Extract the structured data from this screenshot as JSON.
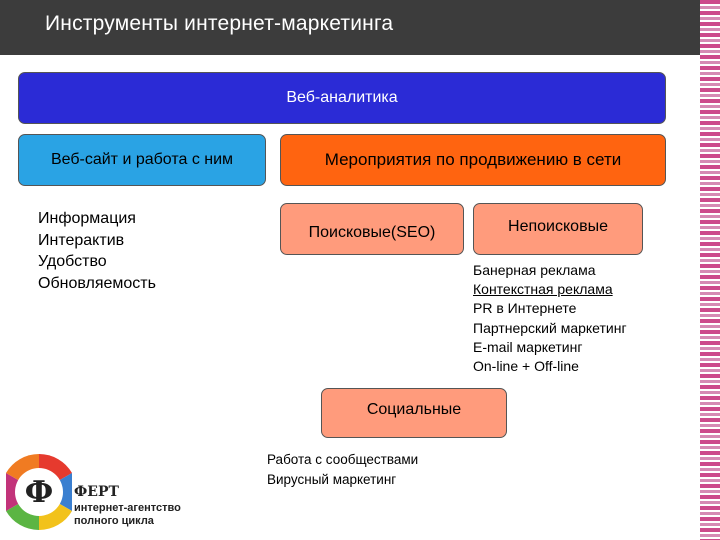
{
  "header": {
    "title": "Инструменты интернет-маркетинга"
  },
  "diagram": {
    "analytics_label": "Веб-аналитика",
    "website_label": "Веб-сайт и работа с ним",
    "events_label": "Мероприятия по продвижению в сети",
    "seo_label": "Поисковые(SEO)",
    "nonsearch_label": "Непоисковые",
    "social_label": "Социальные",
    "website_items": [
      "Информация",
      "Интерактив",
      "Удобство",
      "Обновляемость"
    ],
    "nonsearch_items": [
      "Банерная реклама",
      "Контекстная реклама",
      "PR в Интернете",
      "Партнерский маркетинг",
      "E-mail маркетинг",
      "On-line + Off-line"
    ],
    "social_items": [
      "Работа с сообществами",
      "Вирусный маркетинг"
    ]
  },
  "logo": {
    "brand": "ФЕРТ",
    "tagline_1": "интернет-агентство",
    "tagline_2": "полного цикла"
  },
  "colors": {
    "header_bg": "#3c3c3c",
    "analytics": "#2b2bd6",
    "website": "#2aa3e4",
    "events": "#ff6410",
    "subbox": "#ff9b7c",
    "stripe": "#cc4a8c"
  }
}
